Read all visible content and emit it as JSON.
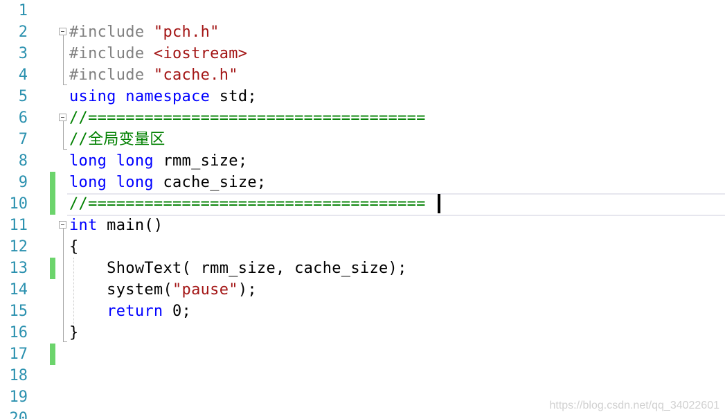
{
  "editor": {
    "colors": {
      "keyword": "#0000ff",
      "string": "#a31515",
      "preprocessor": "#808080",
      "comment": "#008000",
      "plain": "#000000",
      "line_number": "#2b91af",
      "change_marker": "#6cd46c"
    },
    "lines": [
      {
        "num": "1",
        "tokens": []
      },
      {
        "num": "2",
        "tokens": [
          {
            "t": "#include ",
            "k": "preprocessor"
          },
          {
            "t": "\"pch.h\"",
            "k": "string"
          }
        ]
      },
      {
        "num": "3",
        "tokens": [
          {
            "t": "#include ",
            "k": "preprocessor"
          },
          {
            "t": "<iostream>",
            "k": "string"
          }
        ]
      },
      {
        "num": "4",
        "tokens": [
          {
            "t": "#include ",
            "k": "preprocessor"
          },
          {
            "t": "\"cache.h\"",
            "k": "string"
          }
        ]
      },
      {
        "num": "5",
        "tokens": [
          {
            "t": "using",
            "k": "keyword"
          },
          {
            "t": " ",
            "k": "plain"
          },
          {
            "t": "namespace",
            "k": "keyword"
          },
          {
            "t": " std;",
            "k": "plain"
          }
        ]
      },
      {
        "num": "6",
        "tokens": [
          {
            "t": "//====================================",
            "k": "comment"
          }
        ]
      },
      {
        "num": "7",
        "tokens": [
          {
            "t": "//全局变量区",
            "k": "comment"
          }
        ]
      },
      {
        "num": "8",
        "tokens": [
          {
            "t": "long",
            "k": "keyword"
          },
          {
            "t": " ",
            "k": "plain"
          },
          {
            "t": "long",
            "k": "keyword"
          },
          {
            "t": " rmm_size;",
            "k": "plain"
          }
        ]
      },
      {
        "num": "9",
        "tokens": [
          {
            "t": "long",
            "k": "keyword"
          },
          {
            "t": " ",
            "k": "plain"
          },
          {
            "t": "long",
            "k": "keyword"
          },
          {
            "t": " cache_size;",
            "k": "plain"
          }
        ]
      },
      {
        "num": "10",
        "tokens": [
          {
            "t": "//====================================",
            "k": "comment"
          }
        ]
      },
      {
        "num": "11",
        "tokens": [
          {
            "t": "int",
            "k": "keyword"
          },
          {
            "t": " main()",
            "k": "plain"
          }
        ]
      },
      {
        "num": "12",
        "tokens": [
          {
            "t": "{",
            "k": "plain"
          }
        ]
      },
      {
        "num": "13",
        "tokens": [
          {
            "t": "    ShowText( rmm_size, cache_size);",
            "k": "plain"
          }
        ]
      },
      {
        "num": "14",
        "tokens": [
          {
            "t": "    system(",
            "k": "plain"
          },
          {
            "t": "\"pause\"",
            "k": "string"
          },
          {
            "t": ");",
            "k": "plain"
          }
        ]
      },
      {
        "num": "15",
        "tokens": [
          {
            "t": "    ",
            "k": "plain"
          },
          {
            "t": "return",
            "k": "keyword"
          },
          {
            "t": " 0;",
            "k": "plain"
          }
        ]
      },
      {
        "num": "16",
        "tokens": [
          {
            "t": "}",
            "k": "plain"
          }
        ]
      },
      {
        "num": "17",
        "tokens": []
      },
      {
        "num": "18",
        "tokens": []
      },
      {
        "num": "19",
        "tokens": []
      },
      {
        "num": "20",
        "tokens": []
      }
    ],
    "changed_lines": [
      "9",
      "10",
      "13",
      "17"
    ],
    "current_line": "10"
  },
  "watermark": "https://blog.csdn.net/qq_34022601"
}
